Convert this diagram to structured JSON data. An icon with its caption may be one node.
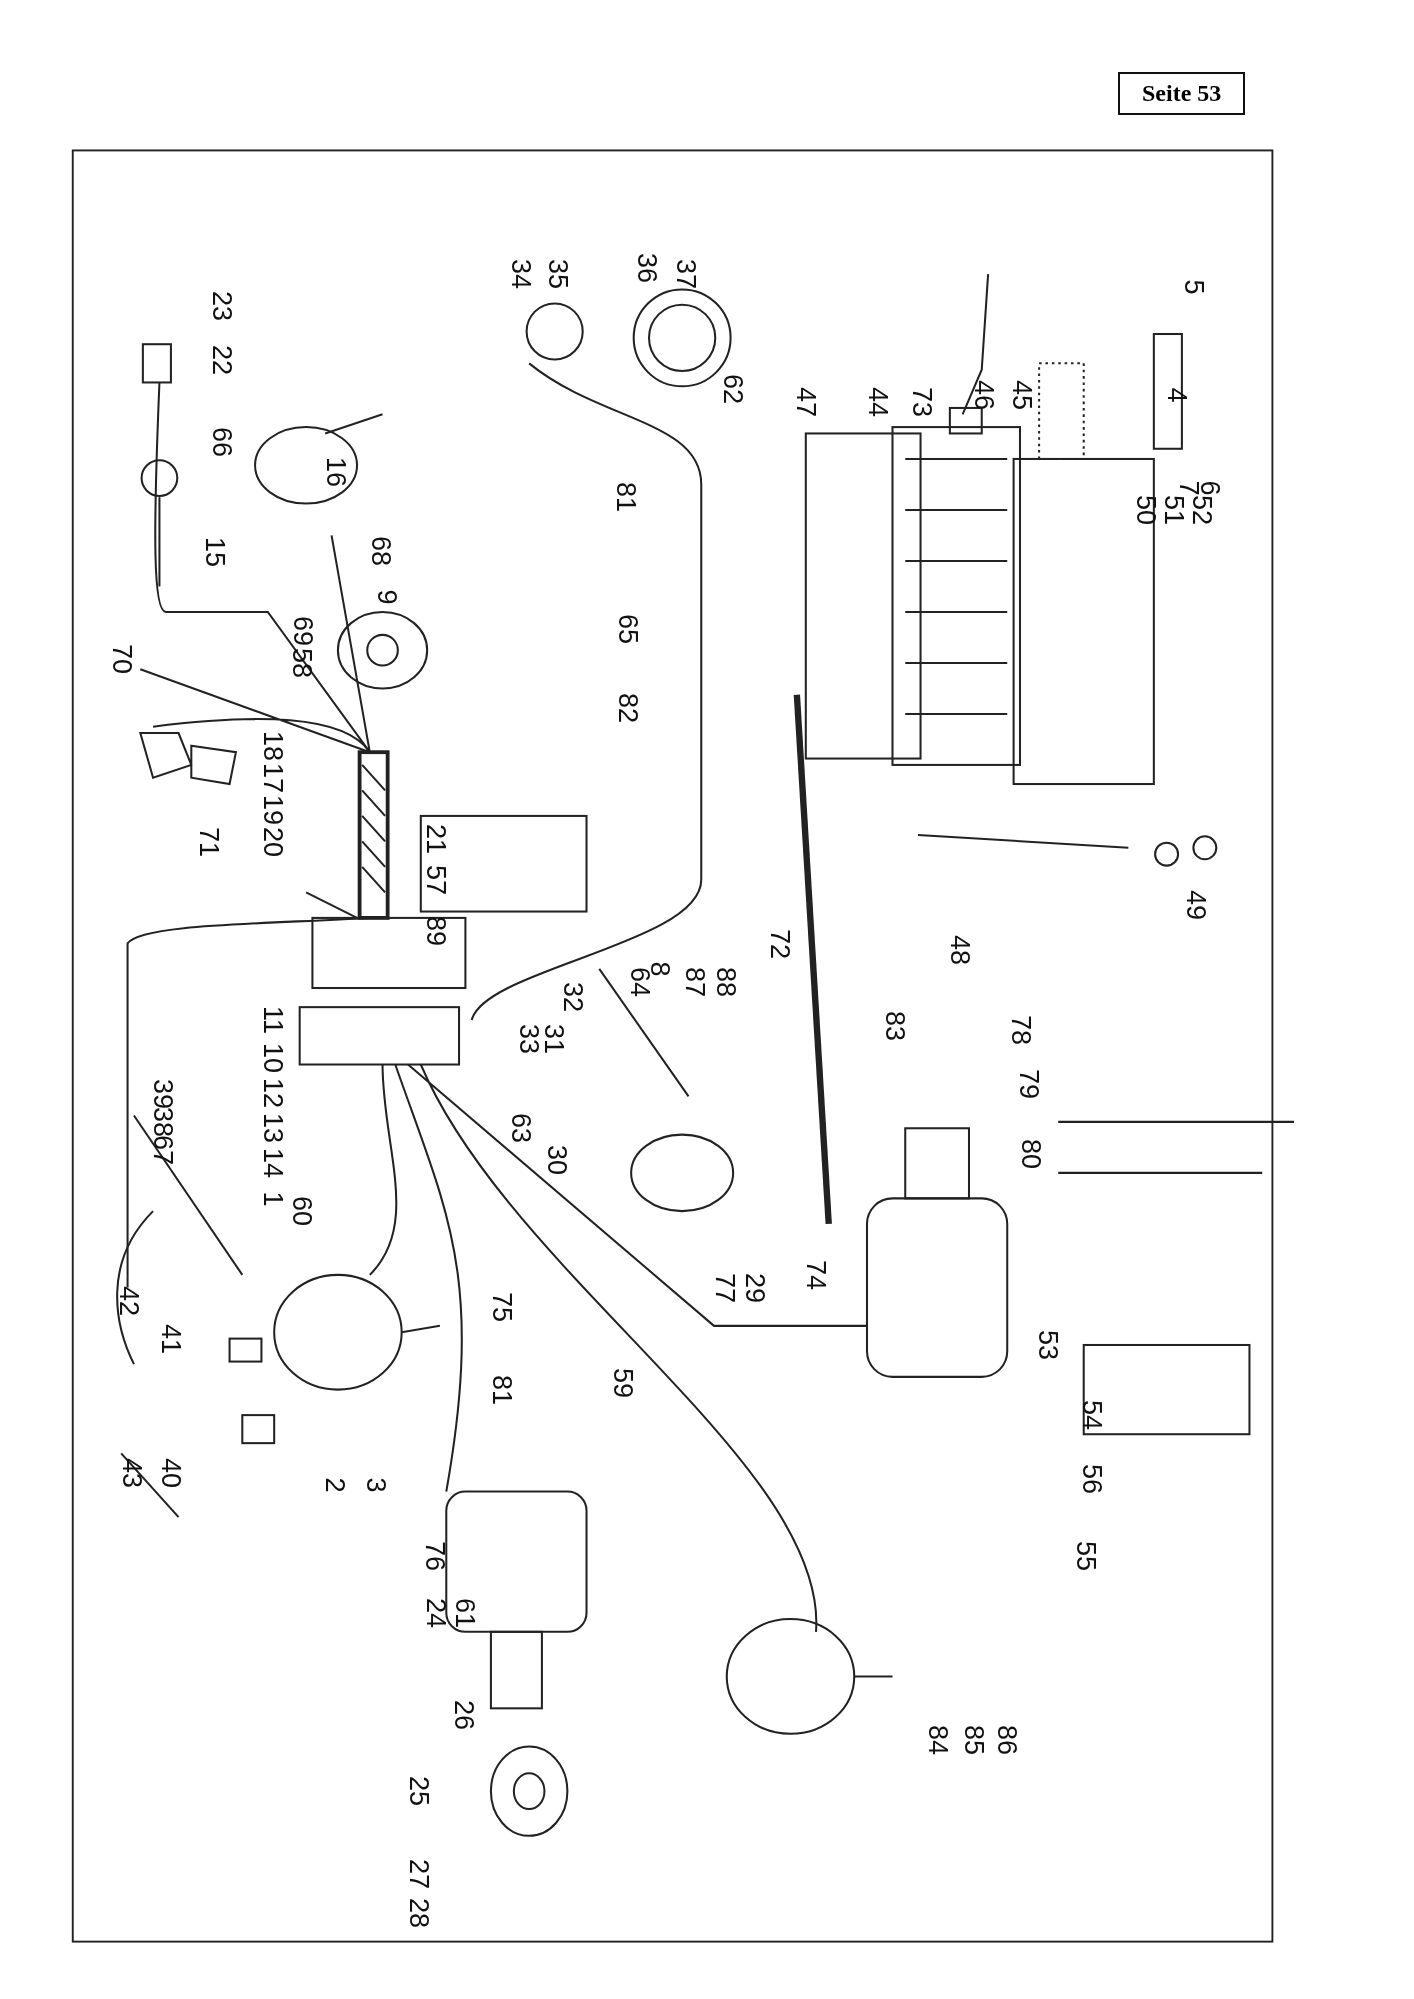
{
  "diagram": {
    "labels": [
      "Seite 53",
      "34",
      "35",
      "36",
      "37",
      "62",
      "47",
      "44",
      "73",
      "46",
      "45",
      "4",
      "5",
      "7",
      "6",
      "50",
      "51",
      "52",
      "23",
      "22",
      "66",
      "16",
      "15",
      "68",
      "9",
      "70",
      "69",
      "58",
      "81",
      "65",
      "82",
      "18",
      "17",
      "19",
      "71",
      "20",
      "21",
      "57",
      "89",
      "72",
      "48",
      "49",
      "11",
      "33",
      "31",
      "32",
      "64",
      "8",
      "87",
      "88",
      "83",
      "78",
      "10",
      "12",
      "13",
      "14",
      "1",
      "60",
      "39",
      "38",
      "67",
      "63",
      "30",
      "79",
      "80",
      "42",
      "41",
      "43",
      "40",
      "2",
      "3",
      "75",
      "81",
      "59",
      "77",
      "29",
      "74",
      "53",
      "54",
      "56",
      "76",
      "55",
      "24",
      "61",
      "26",
      "25",
      "27",
      "28",
      "84",
      "85",
      "86"
    ]
  }
}
